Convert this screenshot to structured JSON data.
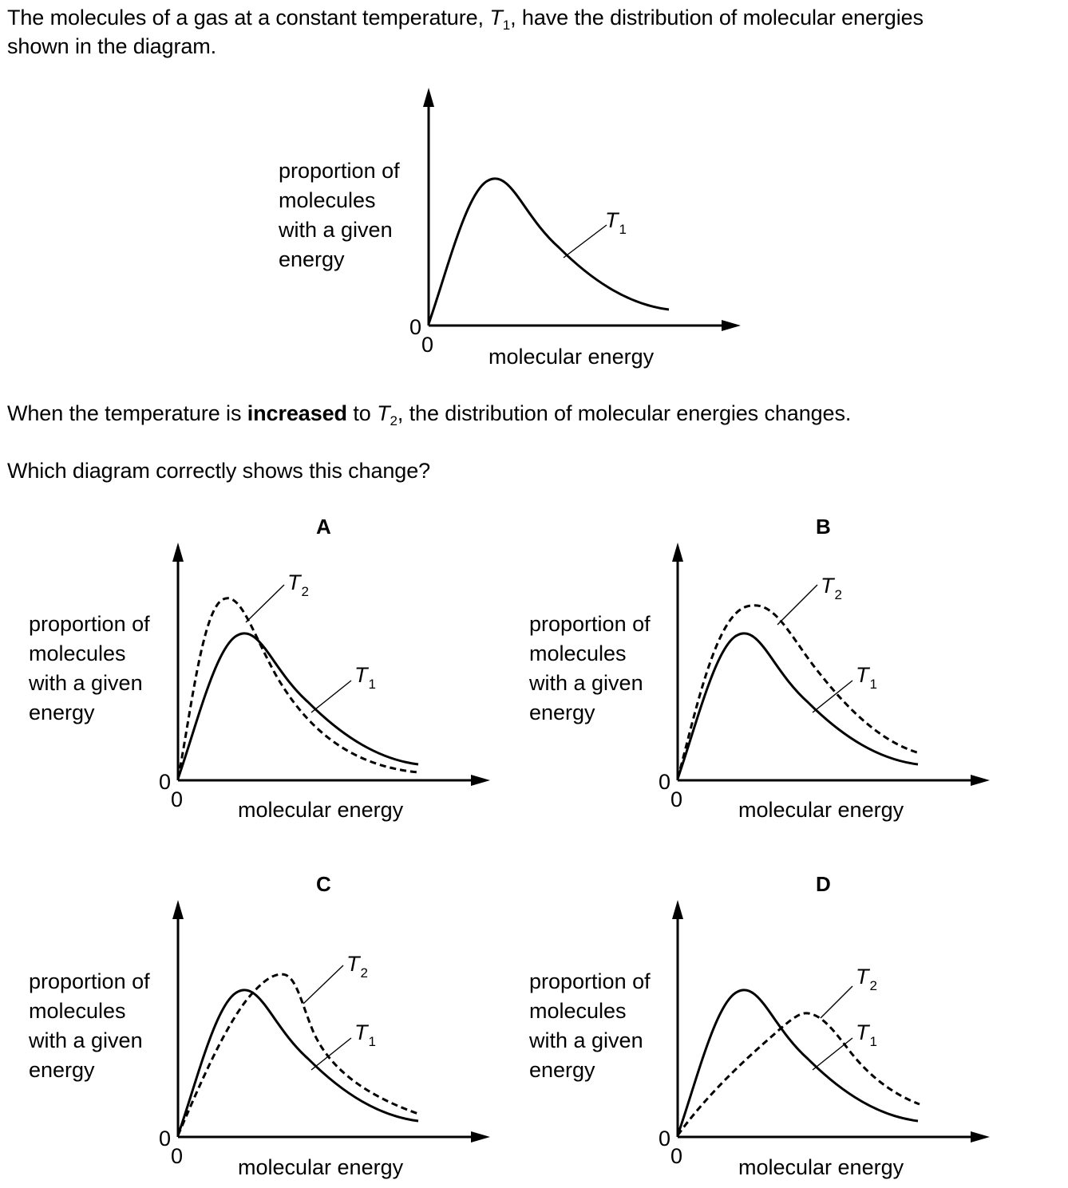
{
  "question": {
    "line1_start": "The molecules of a gas at a constant temperature, ",
    "line1_var": "T",
    "line1_sub": "1",
    "line1_end": ", have the distribution of molecular energies",
    "line2": "shown in the diagram.",
    "line3_start": "When the temperature is ",
    "line3_bold": "increased",
    "line3_mid": " to ",
    "line3_var": "T",
    "line3_sub": "2",
    "line3_end": ", the distribution of molecular energies changes.",
    "line4": "Which diagram correctly shows this change?"
  },
  "axes": {
    "ylabel_lines": [
      "proportion of",
      "molecules",
      "with a given",
      "energy"
    ],
    "xlabel": "molecular energy",
    "origin_y": "0",
    "origin_x": "0"
  },
  "curve_labels": {
    "t1_var": "T",
    "t1_sub": "1",
    "t2_var": "T",
    "t2_sub": "2"
  },
  "options": [
    {
      "letter": "A"
    },
    {
      "letter": "B"
    },
    {
      "letter": "C"
    },
    {
      "letter": "D"
    }
  ],
  "line_styles": {
    "T1": "solid",
    "T2": "dashed"
  }
}
